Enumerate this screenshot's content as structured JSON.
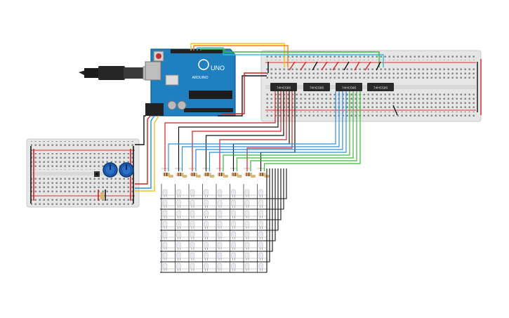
{
  "arduino": {
    "logo_text": "ARDUINO",
    "model_text": "UNO"
  },
  "shift_registers": [
    {
      "label": "74HC595"
    },
    {
      "label": "74HC595"
    },
    {
      "label": "74HC595"
    },
    {
      "label": "74HC595"
    }
  ],
  "led_matrix": {
    "rows": 8,
    "cols": 8
  },
  "resistor_count": 8,
  "potentiometer_count": 2,
  "colors": {
    "board_blue": "#1f7fbf",
    "breadboard": "#e9e9e9",
    "wire_red": "#d42020",
    "wire_black": "#111111",
    "wire_blue": "#2a8fd8",
    "wire_green": "#3cb83c",
    "wire_yellow": "#f0c020",
    "wire_orange": "#f08020",
    "wire_cyan": "#30c0d0"
  }
}
